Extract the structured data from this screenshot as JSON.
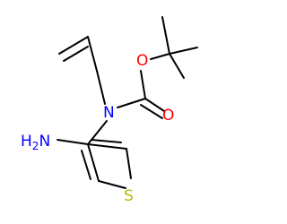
{
  "molecule": {
    "atoms": {
      "oxygen_ester": {
        "label": "O",
        "color": "#ff0000"
      },
      "oxygen_carbonyl": {
        "label": "O",
        "color": "#ff0000"
      },
      "nitrogen_amide": {
        "label": "N",
        "color": "#0000ff"
      },
      "amine_h": {
        "label": "H",
        "subscript": "2",
        "color": "#0000ff"
      },
      "amine_n": {
        "label": "N",
        "color": "#0000ff"
      },
      "sulfur": {
        "label": "S",
        "color": "#b8b800"
      }
    },
    "bond_color": "#000000"
  }
}
